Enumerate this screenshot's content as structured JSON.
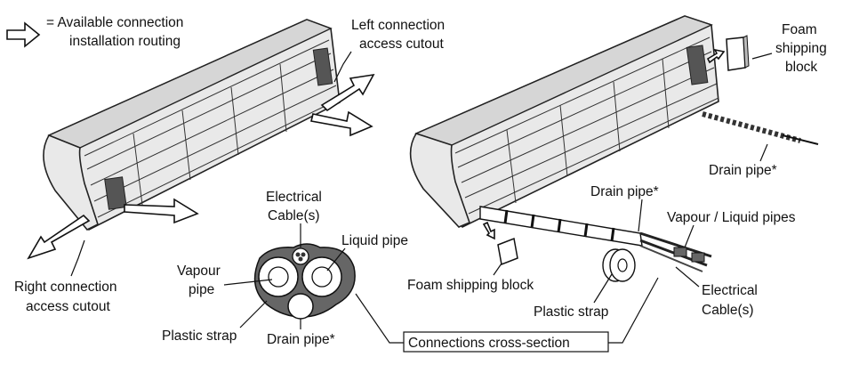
{
  "legend": {
    "line1": "= Available connection",
    "line2": "installation routing"
  },
  "left_figure": {
    "left_cutout_line1": "Left connection",
    "left_cutout_line2": "access cutout",
    "right_cutout_line1": "Right connection",
    "right_cutout_line2": "access cutout"
  },
  "cross_section": {
    "electrical_line1": "Electrical",
    "electrical_line2": "Cable(s)",
    "liquid": "Liquid pipe",
    "vapour_line1": "Vapour",
    "vapour_line2": "pipe",
    "plastic_strap": "Plastic strap",
    "drain": "Drain pipe*",
    "caption": "Connections cross-section"
  },
  "right_figure": {
    "foam_top_line1": "Foam",
    "foam_top_line2": "shipping",
    "foam_top_line3": "block",
    "drain_dashed": "Drain pipe*",
    "drain_bundle": "Drain pipe*",
    "vapour_liquid": "Vapour / Liquid  pipes",
    "foam_bottom": "Foam shipping block",
    "plastic_strap": "Plastic strap",
    "electrical_line1": "Electrical",
    "electrical_line2": "Cable(s)"
  }
}
